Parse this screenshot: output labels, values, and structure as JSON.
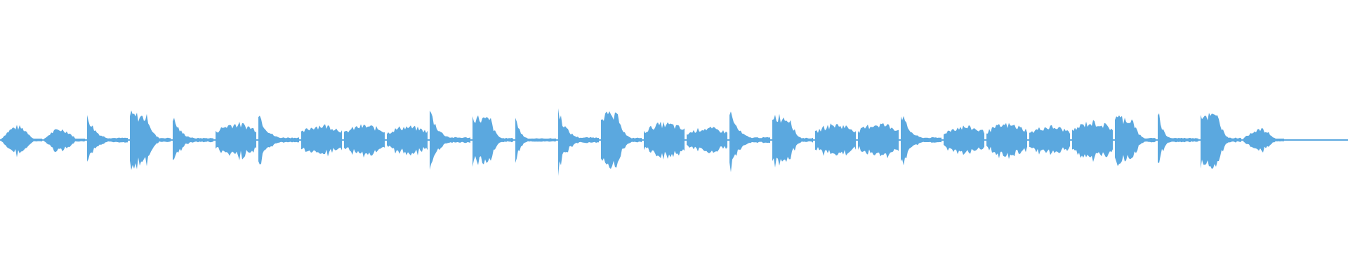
{
  "waveform": {
    "color": "#5ba8df",
    "background": "#ffffff",
    "segments": [
      {
        "shape": "swell",
        "peak": 0.4
      },
      {
        "shape": "swell",
        "peak": 0.32
      },
      {
        "shape": "pluck",
        "peak": 0.8
      },
      {
        "shape": "block",
        "peak": 0.78
      },
      {
        "shape": "pluck",
        "peak": 0.72
      },
      {
        "shape": "ramp",
        "peak": 0.55
      },
      {
        "shape": "pluck",
        "peak": 0.92
      },
      {
        "shape": "ramp",
        "peak": 0.5
      },
      {
        "shape": "ramp",
        "peak": 0.48
      },
      {
        "shape": "ramp",
        "peak": 0.45
      },
      {
        "shape": "pluck",
        "peak": 0.95
      },
      {
        "shape": "block",
        "peak": 0.7
      },
      {
        "shape": "flat",
        "peak": 0.78
      },
      {
        "shape": "pluck",
        "peak": 0.95
      },
      {
        "shape": "block",
        "peak": 0.8
      },
      {
        "shape": "ramp",
        "peak": 0.55
      },
      {
        "shape": "ramp",
        "peak": 0.4
      },
      {
        "shape": "pluck",
        "peak": 0.95
      },
      {
        "shape": "block",
        "peak": 0.75
      },
      {
        "shape": "ramp",
        "peak": 0.52
      },
      {
        "shape": "ramp",
        "peak": 0.55
      },
      {
        "shape": "pluck",
        "peak": 0.9
      },
      {
        "shape": "ramp",
        "peak": 0.45
      },
      {
        "shape": "ramp",
        "peak": 0.52
      },
      {
        "shape": "ramp",
        "peak": 0.45
      },
      {
        "shape": "ramp",
        "peak": 0.6
      },
      {
        "shape": "block",
        "peak": 0.7
      },
      {
        "shape": "flat",
        "peak": 1.0
      },
      {
        "shape": "block",
        "peak": 0.8
      },
      {
        "shape": "swell",
        "peak": 0.32
      }
    ]
  }
}
